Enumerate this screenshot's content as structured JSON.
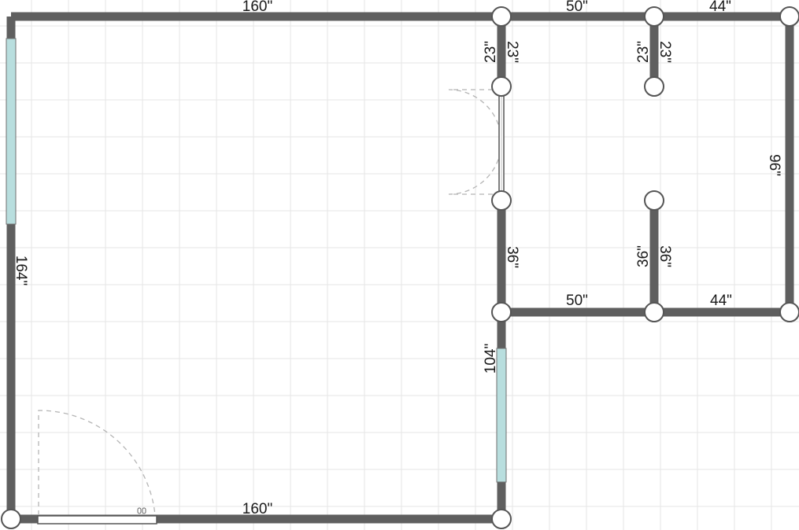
{
  "colors": {
    "wall": "#5f5f5f",
    "grid": "#e5e5e5",
    "window": "#b8dede",
    "door_swing": "#b5b5b5",
    "node_fill": "#ffffff"
  },
  "dimensions": {
    "top_left": "160\"",
    "top_middle": "50\"",
    "top_right": "44\"",
    "left": "164\"",
    "right": "96\"",
    "bottom_left": "160\"",
    "inner_50": "50\"",
    "inner_44": "44\"",
    "pd_upper_left": "23\"",
    "pd_upper_right": "23\"",
    "pd_lower": "36\"",
    "pd2_upper_left": "23\"",
    "pd2_upper_right": "23\"",
    "pd2_lower_left": "36\"",
    "pd2_lower_right": "36\"",
    "lower_partition": "104\""
  },
  "icons": {
    "node": "wall-joint-icon",
    "window": "window-icon",
    "door": "door-icon"
  }
}
